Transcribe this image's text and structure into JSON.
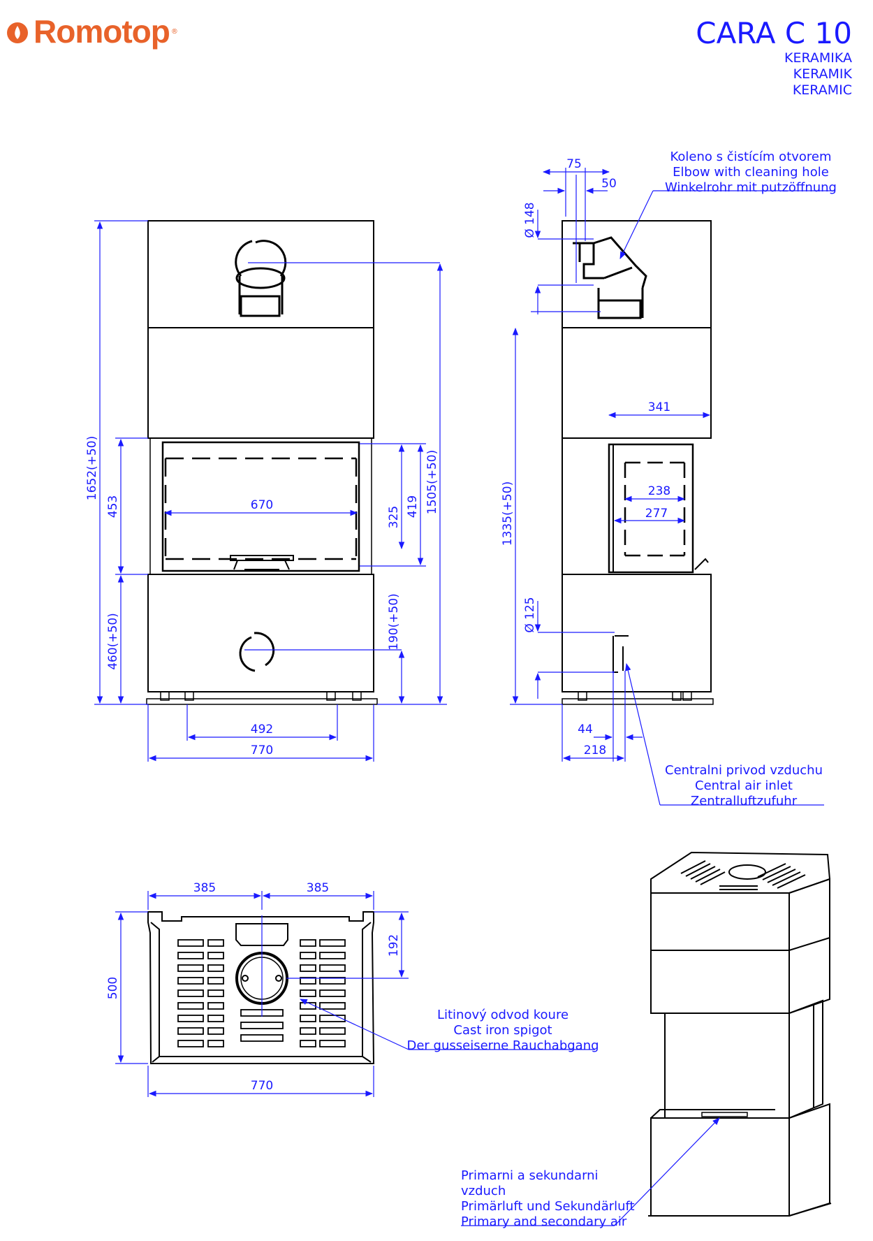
{
  "brand": {
    "name": "Romotop",
    "registered": "®",
    "color": "#e8622a",
    "icon": "flame-icon"
  },
  "title": {
    "model": "CARA C 10",
    "variants": [
      "KERAMIKA",
      "KERAMIK",
      "KERAMIC"
    ]
  },
  "colors": {
    "annotation": "#1a1aff",
    "outline": "#000000"
  },
  "front_view": {
    "dims": {
      "total_height": "1652(+50)",
      "glass_height": "453",
      "base_height": "460(+50)",
      "glass_width": "670",
      "inner_325": "325",
      "inner_419": "419",
      "flue_center_height": "1505(+50)",
      "air_height": "190(+50)",
      "feet_spacing": "492",
      "total_width": "770"
    }
  },
  "side_view": {
    "dims": {
      "d75": "75",
      "d50": "50",
      "flue_diameter": "Ø 148",
      "glass_depth": "341",
      "d238": "238",
      "d277": "277",
      "side_height": "1335(+50)",
      "air_diameter": "Ø 125",
      "d44": "44",
      "d218": "218"
    },
    "elbow_label": [
      "Koleno s čistícím otvorem",
      "Elbow with cleaning hole",
      "Winkelrohr mit putzöffnung"
    ],
    "air_label": [
      "Centralni privod vzduchu",
      "Central air inlet",
      "Zentralluftzufuhr"
    ]
  },
  "top_view": {
    "dims": {
      "left_half": "385",
      "right_half": "385",
      "depth": "500",
      "flue_offset": "192",
      "width": "770"
    },
    "spigot_label": [
      "Litinový odvod koure",
      "Cast iron spigot",
      "Der gusseiserne Rauchabgang"
    ]
  },
  "perspective_view": {
    "air_label": [
      "Primarni a sekundarni",
      "vzduch",
      "Primärluft und Sekundärluft",
      "Primary and secondary air"
    ]
  }
}
